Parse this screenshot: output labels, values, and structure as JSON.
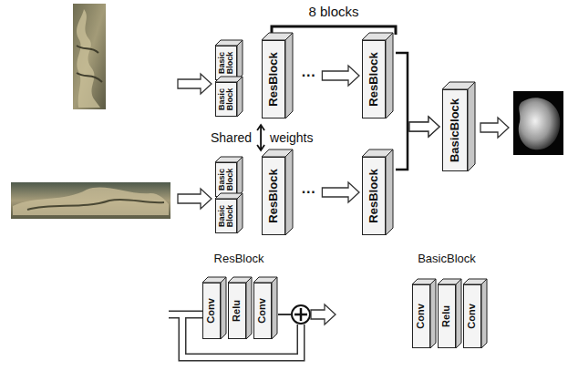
{
  "diagram": {
    "nodes": [
      {
        "text": [
          "Basic Block"
        ]
      },
      {
        "text": [
          "Basic Block"
        ]
      },
      {
        "text": [
          "ResBlock"
        ]
      },
      {
        "text": [
          "ResBlock"
        ]
      },
      {
        "text": [
          "Basic Block"
        ]
      },
      {
        "text": [
          "Basic Block"
        ]
      },
      {
        "text": [
          "ResBlock"
        ]
      },
      {
        "text": [
          "ResBlock"
        ]
      },
      {
        "text": [
          "BasicBlock"
        ]
      },
      {
        "text": [
          "Conv"
        ]
      },
      {
        "text": [
          "Relu"
        ]
      },
      {
        "text": [
          "Conv"
        ]
      },
      {
        "text": [
          "Conv"
        ]
      },
      {
        "text": [
          "Relu"
        ]
      },
      {
        "text": [
          "Conv"
        ]
      }
    ],
    "edges": [
      {
        "from": 2,
        "to": 3,
        "arrow": "to",
        "label": "···"
      },
      {
        "from": 6,
        "to": 7,
        "arrow": "to",
        "label": "···"
      },
      {
        "from": 3,
        "to": 8,
        "arrow": "to"
      },
      {
        "from": 7,
        "to": 8,
        "arrow": "to"
      }
    ],
    "labels": [
      "8 blocks",
      "Shared weights",
      "ResBlock",
      "BasicBlock"
    ]
  }
}
